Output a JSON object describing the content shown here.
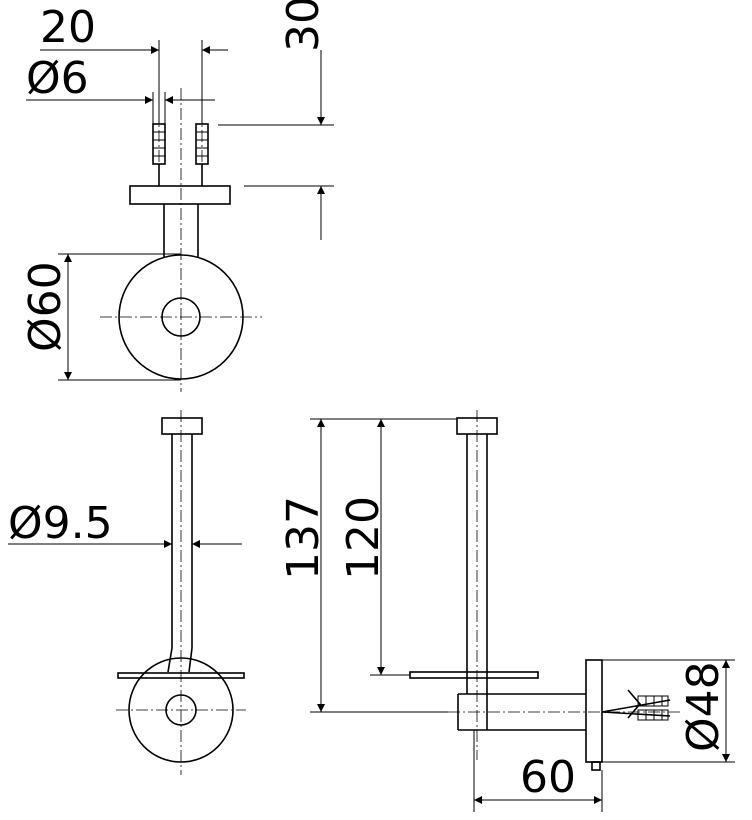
{
  "dimensions": {
    "plate_spacing": "20",
    "screw_diameter": "Ø6",
    "screw_length": "30",
    "plate_diameter": "Ø60",
    "rod_diameter": "Ø9.5",
    "overall_height": "137",
    "rod_length": "120",
    "wall_disc_diameter": "Ø48",
    "projection": "60"
  }
}
